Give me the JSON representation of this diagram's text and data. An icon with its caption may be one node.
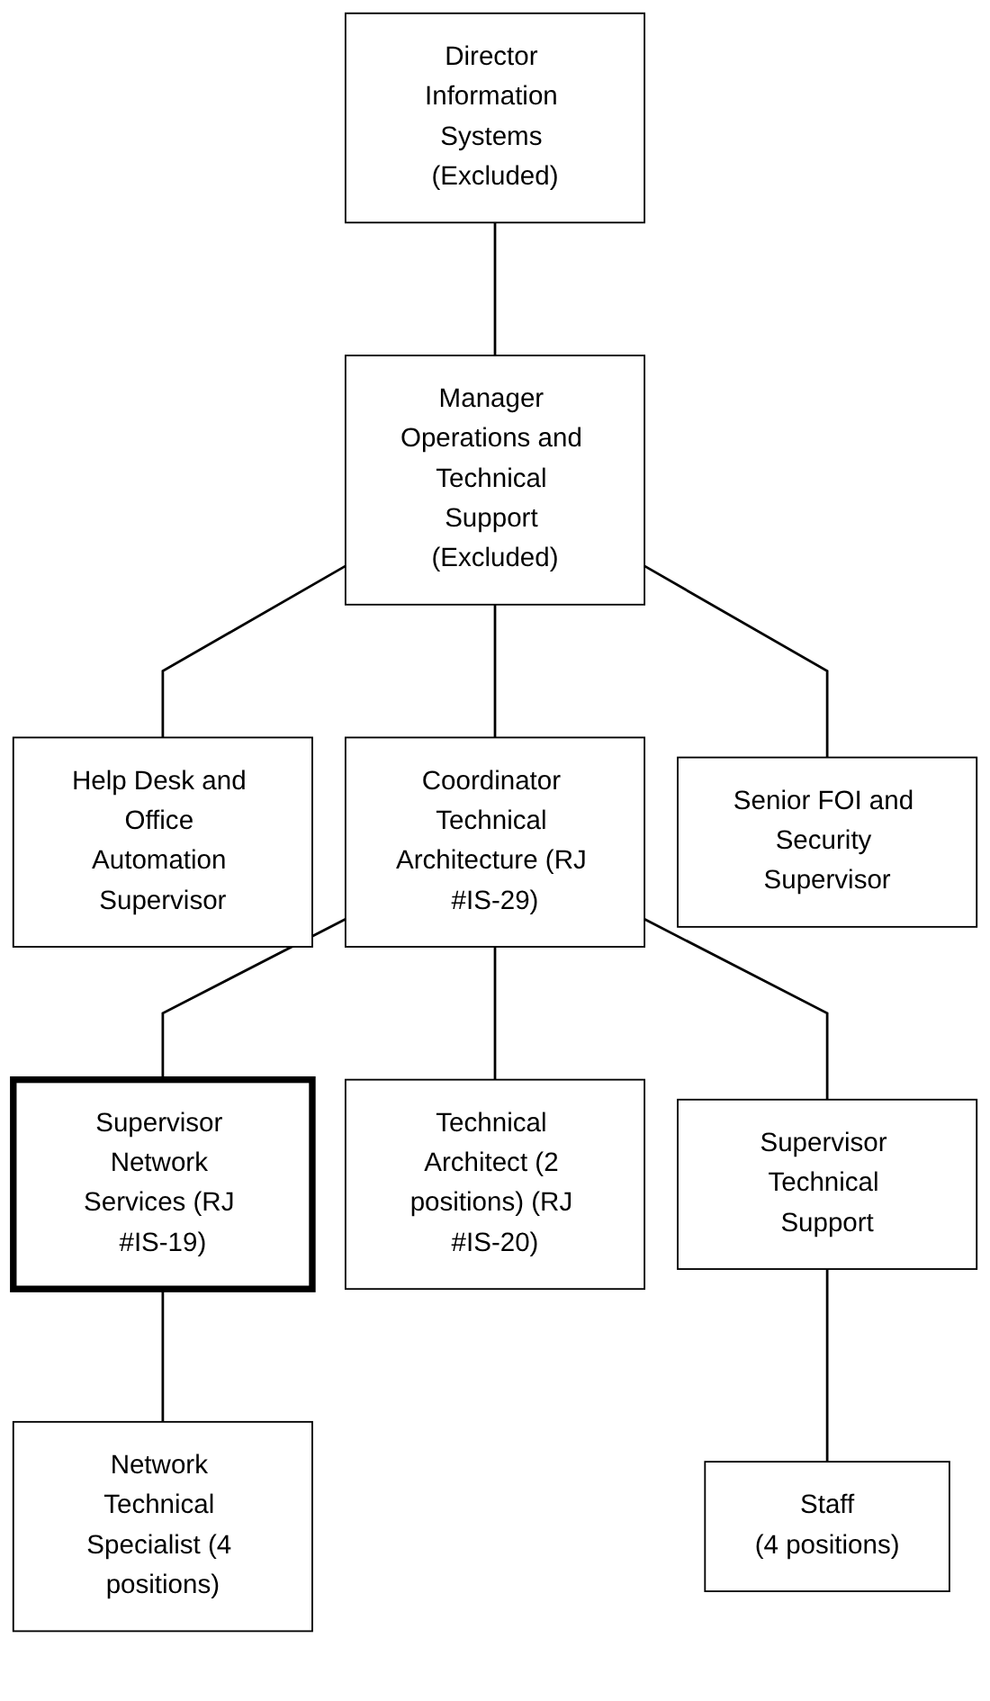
{
  "diagram": {
    "nodes": [
      {
        "text": [
          "Director Information Systems (Excluded)"
        ]
      },
      {
        "text": [
          "Manager Operations and Technical Support (Excluded)"
        ]
      },
      {
        "text": [
          "Help Desk and Office Automation Supervisor"
        ]
      },
      {
        "text": [
          "Coordinator Technical Architecture (RJ #IS-29)"
        ]
      },
      {
        "text": [
          "Senior FOI and Security Supervisor"
        ]
      },
      {
        "text": [
          "Supervisor Network Services (RJ #IS-19)"
        ]
      },
      {
        "text": [
          "Technical Architect (2 positions) (RJ #IS-20)"
        ]
      },
      {
        "text": [
          "Supervisor Technical Support"
        ]
      },
      {
        "text": [
          "Network Technical Specialist (4 positions)"
        ]
      },
      {
        "text": [
          "Staff",
          "(4 positions)"
        ]
      }
    ],
    "edges": [
      {
        "from": 0,
        "to": 1,
        "arrow": "none"
      },
      {
        "from": 1,
        "to": 2,
        "arrow": "none"
      },
      {
        "from": 1,
        "to": 3,
        "arrow": "none"
      },
      {
        "from": 1,
        "to": 4,
        "arrow": "none"
      },
      {
        "from": 3,
        "to": 5,
        "arrow": "none"
      },
      {
        "from": 3,
        "to": 6,
        "arrow": "none"
      },
      {
        "from": 3,
        "to": 7,
        "arrow": "none"
      },
      {
        "from": 5,
        "to": 8,
        "arrow": "none"
      },
      {
        "from": 7,
        "to": 9,
        "arrow": "none"
      }
    ]
  }
}
